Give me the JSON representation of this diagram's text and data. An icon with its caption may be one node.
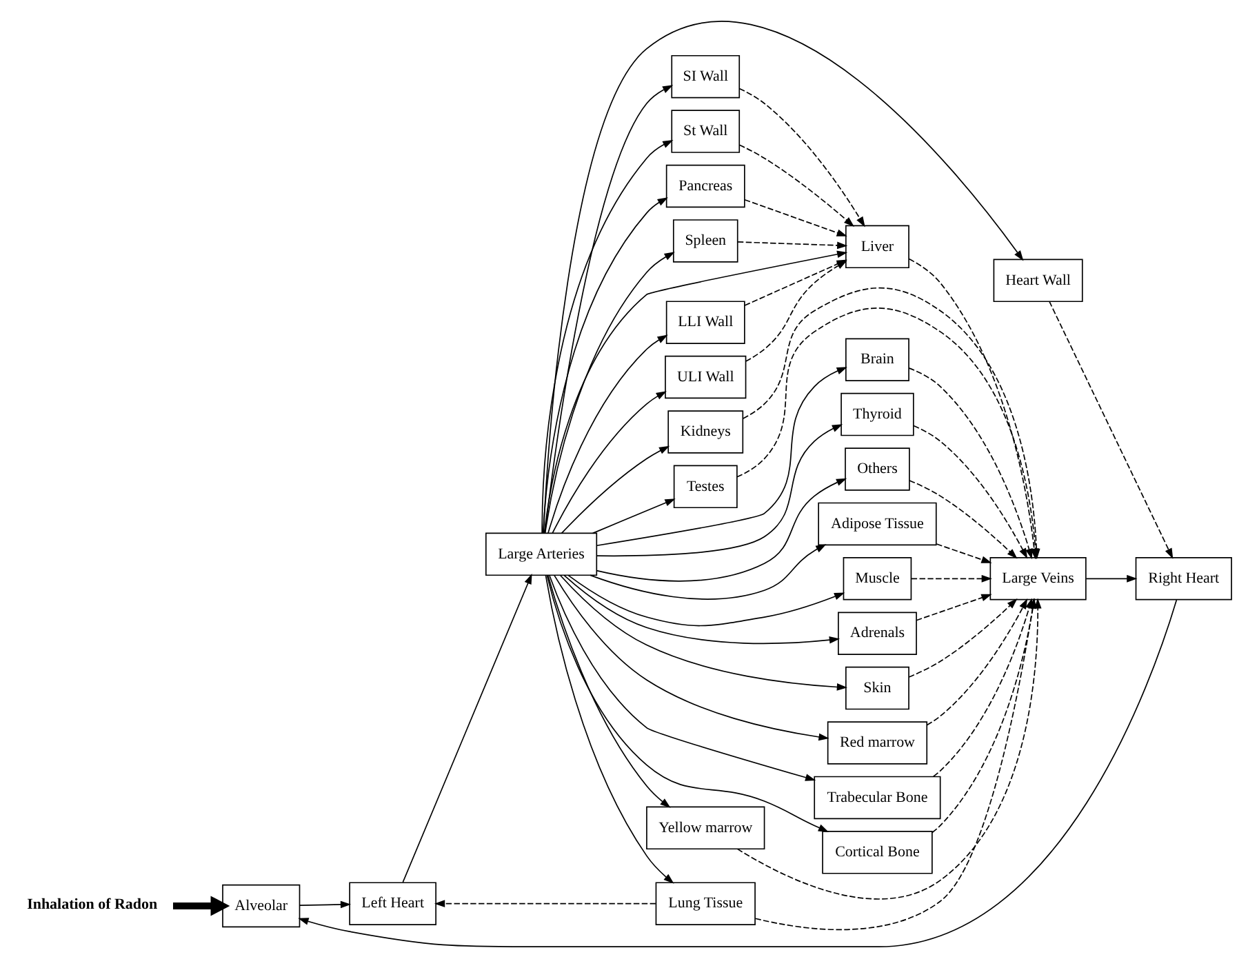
{
  "diagram": {
    "nodes": [
      {
        "text": [
          "Inhalation of Radon"
        ]
      },
      {
        "text": [
          "Brain"
        ]
      },
      {
        "text": [
          "Thyroid"
        ]
      },
      {
        "text": [
          "Others"
        ]
      },
      {
        "text": [
          "Lung Tissue"
        ]
      },
      {
        "text": [
          "Alveolar"
        ]
      },
      {
        "text": [
          "Large Veins"
        ]
      },
      {
        "text": [
          "Right Heart"
        ]
      },
      {
        "text": [
          "Left Heart"
        ]
      },
      {
        "text": [
          "Large Arteries"
        ]
      },
      {
        "text": [
          "Heart Wall"
        ]
      },
      {
        "text": [
          "Adipose Tissue"
        ]
      },
      {
        "text": [
          "Muscle"
        ]
      },
      {
        "text": [
          "Adrenals"
        ]
      },
      {
        "text": [
          "Skin"
        ]
      },
      {
        "text": [
          "Red marrow"
        ]
      },
      {
        "text": [
          "Trabecular Bone"
        ]
      },
      {
        "text": [
          "Cortical Bone"
        ]
      },
      {
        "text": [
          "Yellow marrow"
        ]
      },
      {
        "text": [
          "Pancreas"
        ]
      },
      {
        "text": [
          "Spleen"
        ]
      },
      {
        "text": [
          "Liver"
        ]
      },
      {
        "text": [
          "LLI Wall"
        ]
      },
      {
        "text": [
          "ULI Wall"
        ]
      },
      {
        "text": [
          "SI Wall"
        ]
      },
      {
        "text": [
          "St Wall"
        ]
      },
      {
        "text": [
          "Kidneys"
        ]
      },
      {
        "text": [
          "Testes"
        ]
      }
    ],
    "edges": [
      {
        "from": 0,
        "to": 5,
        "arrow": "to",
        "style": "thick"
      },
      {
        "from": 9,
        "to": 1,
        "arrow": "to"
      },
      {
        "from": 9,
        "to": 2,
        "arrow": "to"
      },
      {
        "from": 9,
        "to": 3,
        "arrow": "to"
      },
      {
        "from": 9,
        "to": 4,
        "arrow": "to"
      },
      {
        "from": 4,
        "to": 8,
        "arrow": "to",
        "style": "dashed"
      },
      {
        "from": 4,
        "to": 6,
        "arrow": "to",
        "style": "dashed"
      },
      {
        "from": 7,
        "to": 5,
        "arrow": "to"
      },
      {
        "from": 5,
        "to": 8,
        "arrow": "to"
      },
      {
        "from": 6,
        "to": 7,
        "arrow": "to"
      },
      {
        "from": 8,
        "to": 9,
        "arrow": "to"
      },
      {
        "from": 9,
        "to": 10,
        "arrow": "to"
      },
      {
        "from": 10,
        "to": 7,
        "arrow": "to",
        "style": "dashed"
      },
      {
        "from": 1,
        "to": 6,
        "arrow": "to",
        "style": "dashed"
      },
      {
        "from": 2,
        "to": 6,
        "arrow": "to",
        "style": "dashed"
      },
      {
        "from": 3,
        "to": 6,
        "arrow": "to",
        "style": "dashed"
      },
      {
        "from": 9,
        "to": 11,
        "arrow": "to"
      },
      {
        "from": 9,
        "to": 12,
        "arrow": "to"
      },
      {
        "from": 9,
        "to": 13,
        "arrow": "to"
      },
      {
        "from": 9,
        "to": 14,
        "arrow": "to"
      },
      {
        "from": 9,
        "to": 15,
        "arrow": "to"
      },
      {
        "from": 9,
        "to": 16,
        "arrow": "to"
      },
      {
        "from": 9,
        "to": 17,
        "arrow": "to"
      },
      {
        "from": 9,
        "to": 18,
        "arrow": "to"
      },
      {
        "from": 11,
        "to": 6,
        "arrow": "to",
        "style": "dashed"
      },
      {
        "from": 12,
        "to": 6,
        "arrow": "to",
        "style": "dashed"
      },
      {
        "from": 13,
        "to": 6,
        "arrow": "to",
        "style": "dashed"
      },
      {
        "from": 14,
        "to": 6,
        "arrow": "to",
        "style": "dashed"
      },
      {
        "from": 15,
        "to": 6,
        "arrow": "to",
        "style": "dashed"
      },
      {
        "from": 16,
        "to": 6,
        "arrow": "to",
        "style": "dashed"
      },
      {
        "from": 17,
        "to": 6,
        "arrow": "to",
        "style": "dashed"
      },
      {
        "from": 18,
        "to": 6,
        "arrow": "to",
        "style": "dashed"
      },
      {
        "from": 9,
        "to": 19,
        "arrow": "to"
      },
      {
        "from": 9,
        "to": 20,
        "arrow": "to"
      },
      {
        "from": 9,
        "to": 21,
        "arrow": "to"
      },
      {
        "from": 9,
        "to": 22,
        "arrow": "to"
      },
      {
        "from": 9,
        "to": 23,
        "arrow": "to"
      },
      {
        "from": 9,
        "to": 24,
        "arrow": "to"
      },
      {
        "from": 9,
        "to": 25,
        "arrow": "to"
      },
      {
        "from": 9,
        "to": 26,
        "arrow": "to"
      },
      {
        "from": 9,
        "to": 27,
        "arrow": "to"
      },
      {
        "from": 19,
        "to": 21,
        "arrow": "to",
        "style": "dashed"
      },
      {
        "from": 20,
        "to": 21,
        "arrow": "to",
        "style": "dashed"
      },
      {
        "from": 22,
        "to": 21,
        "arrow": "to",
        "style": "dashed"
      },
      {
        "from": 23,
        "to": 21,
        "arrow": "to",
        "style": "dashed"
      },
      {
        "from": 24,
        "to": 21,
        "arrow": "to",
        "style": "dashed"
      },
      {
        "from": 25,
        "to": 21,
        "arrow": "to",
        "style": "dashed"
      },
      {
        "from": 21,
        "to": 6,
        "arrow": "to",
        "style": "dashed"
      },
      {
        "from": 26,
        "to": 6,
        "arrow": "to",
        "style": "dashed"
      },
      {
        "from": 27,
        "to": 6,
        "arrow": "to",
        "style": "dashed"
      }
    ]
  }
}
